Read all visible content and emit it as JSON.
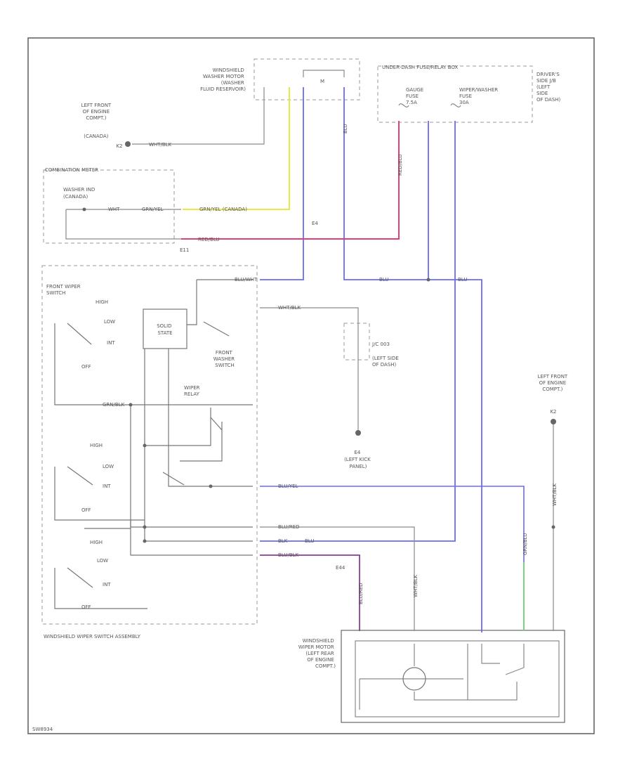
{
  "colors": {
    "blue": "#6b6bf2",
    "yellow": "#e8e84a",
    "pink": "#e0407a",
    "violet": "#8a3c9a",
    "green": "#7ad86a",
    "gray": "#8a8a8a"
  },
  "icons": [
    "ground-icon",
    "switch-icon",
    "fuse-icon",
    "motor-icon"
  ],
  "labels": {
    "washer_motor": [
      "WINDSHIELD",
      "WASHER MOTOR",
      "(WASHER",
      "FLUID RESERVOIR)"
    ],
    "washer_m": "M",
    "fuse_block": "UNDER-DASH FUSE/RELAY BOX",
    "fuse_gauge": [
      "GAUGE",
      "FUSE",
      "7.5A"
    ],
    "fuse_wiper": [
      "WIPER/WASHER",
      "FUSE",
      "30A"
    ],
    "driver_side": [
      "DRIVER'S",
      "SIDE J/B",
      "(LEFT",
      "SIDE",
      "OF DASH)"
    ],
    "left_front_top": [
      "LEFT FRONT",
      "OF ENGINE",
      "COMPT.)",
      "(CANADA)",
      "K2"
    ],
    "combo_meter": "COMBINATION METER",
    "washer_ind": [
      "WASHER IND",
      "(CANADA)"
    ],
    "front_wiper_switch": [
      "FRONT WIPER",
      "SWITCH"
    ],
    "high": "HIGH",
    "low": "LOW",
    "int": "INT",
    "off": "OFF",
    "solid_state": [
      "SOLID",
      "STATE"
    ],
    "front_washer_switch": [
      "FRONT",
      "WASHER",
      "SWITCH"
    ],
    "wiper_relay": [
      "WIPER",
      "RELAY"
    ],
    "jb_side": [
      "J/C 003",
      "(LEFT SIDE",
      "OF DASH)"
    ],
    "ground_e4": [
      "E4",
      "(LEFT KICK",
      "PANEL)"
    ],
    "left_front_right": [
      "LEFT FRONT",
      "OF ENGINE",
      "COMPT.)",
      "K2"
    ],
    "switch_assembly": "WINDSHIELD WIPER SWITCH ASSEMBLY",
    "wiper_motor": [
      "WINDSHIELD",
      "WIPER MOTOR",
      "(LEFT REAR",
      "OF ENGINE",
      "COMPT.)"
    ],
    "footer": "SW8934",
    "e11": "E11",
    "e44": "E44",
    "e4": "E4"
  },
  "wire_labels": {
    "wht_blk_k2": "WHT/BLK",
    "wht_blk_1": "WHT/BLK",
    "wht_blk_2": "WHT/BLK",
    "wht_blk_3": "WHT/BLK",
    "grn_yel": "GRN/YEL",
    "grn_yel_canada": "GRN/YEL (CANADA)",
    "red_blu": "RED/BLU",
    "red_blu_v": "RED/BLU",
    "blu": "BLU",
    "blu_2": "BLU",
    "blu_3": "BLU",
    "blu_4": "BLU",
    "blu_wht": "BLU/WHT",
    "blu_red": "BLU/RED",
    "blu_red_v": "BLU/RED",
    "blu_yel": "BLU/YEL",
    "grn_blk": "GRN/BLK",
    "blk": "BLK",
    "grn_blu": "GRN/BLU",
    "blu_blk": "BLU/BLK",
    "wht": "WHT"
  }
}
